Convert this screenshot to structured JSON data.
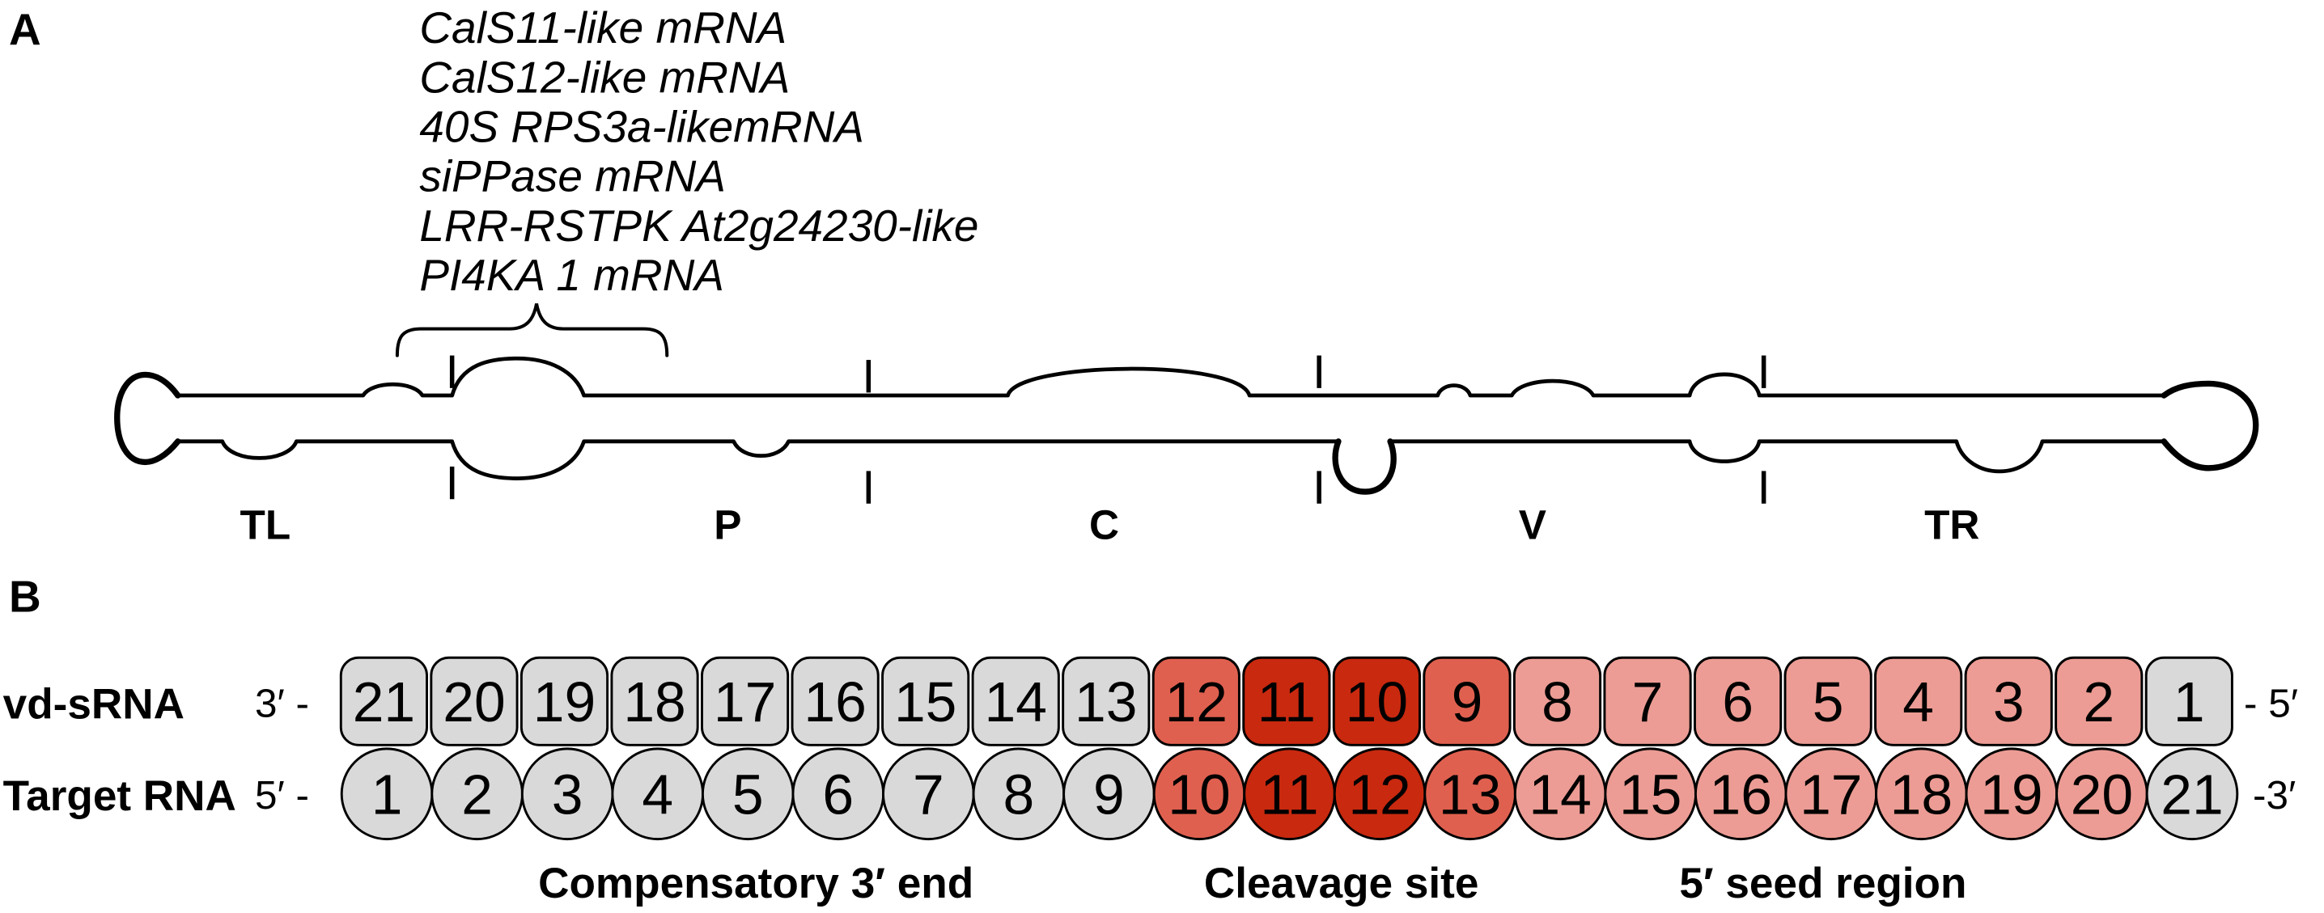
{
  "panel_a": {
    "label": "A",
    "targets": [
      "CalS11-like mRNA",
      "CalS12-like mRNA",
      "40S RPS3a-likemRNA",
      "siPPase mRNA",
      "LRR-RSTPK At2g24230-like",
      "PI4KA 1 mRNA"
    ],
    "domains": {
      "tl": "TL",
      "p": "P",
      "c": "C",
      "v": "V",
      "tr": "TR"
    }
  },
  "panel_b": {
    "label": "B",
    "vd_srna": {
      "label": "vd-sRNA",
      "left_end": "3′ -",
      "right_end": "- 5′",
      "positions": [
        21,
        20,
        19,
        18,
        17,
        16,
        15,
        14,
        13,
        12,
        11,
        10,
        9,
        8,
        7,
        6,
        5,
        4,
        3,
        2,
        1
      ],
      "levels": [
        0,
        0,
        0,
        0,
        0,
        0,
        0,
        0,
        0,
        2,
        3,
        3,
        2,
        1,
        1,
        1,
        1,
        1,
        1,
        1,
        0
      ]
    },
    "target_rna": {
      "label": "Target RNA",
      "left_end": "5′ -",
      "right_end": "-3′",
      "positions": [
        1,
        2,
        3,
        4,
        5,
        6,
        7,
        8,
        9,
        10,
        11,
        12,
        13,
        14,
        15,
        16,
        17,
        18,
        19,
        20,
        21
      ],
      "levels": [
        0,
        0,
        0,
        0,
        0,
        0,
        0,
        0,
        0,
        2,
        3,
        3,
        2,
        1,
        1,
        1,
        1,
        1,
        1,
        1,
        0
      ]
    },
    "regions": {
      "compensatory": "Compensatory 3′ end",
      "cleavage": "Cleavage site",
      "seed": "5′ seed region"
    }
  },
  "palette": [
    "#d9d9d9",
    "#ec9c94",
    "#e0604f",
    "#c9290f"
  ]
}
